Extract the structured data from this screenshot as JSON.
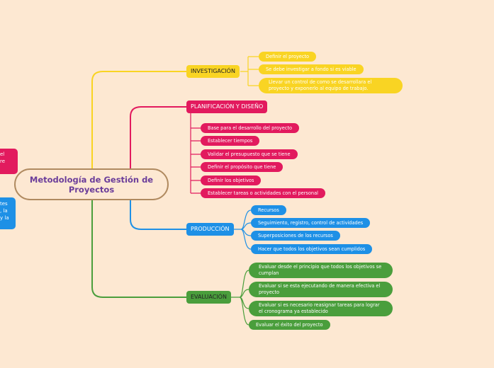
{
  "central_topic": "Metodología de Gestión de Proyectos",
  "colors": {
    "background": "#fde8d2",
    "investigacion": "#f9d423",
    "planificacion": "#e21a5e",
    "produccion": "#1e90e6",
    "evaluacion": "#4a9e3c",
    "central_border": "#b08a60",
    "central_text": "#6b3d9a"
  },
  "left_fragments": {
    "pink": [
      "el",
      "re"
    ],
    "blue": [
      "tes",
      ", la",
      "y la"
    ]
  },
  "branches": [
    {
      "label": "INVESTIGACIÓN",
      "children": [
        "Definir el proyecto",
        "Se debe investigar a fondo si es viable",
        "Llevar un control de como se desarrollara el proyecto y exponerlo al equipo de trabajo."
      ]
    },
    {
      "label": "PLANIFICACIÓN Y DISEÑO",
      "children": [
        "Base para el desarrollo del proyecto",
        "Establecer tiempos",
        "Validar el presupuesto que se tiene",
        "Definir el propósito que tiene",
        "Definir los objetivos",
        "Establecer tareas o actividades con el personal"
      ]
    },
    {
      "label": "PRODUCCIÓN",
      "children": [
        "Recursos",
        "Seguimiento, registro, control de actividades",
        "Superposiciones de los recursos",
        "Hacer que todos los objetivos sean cumplidos"
      ]
    },
    {
      "label": "EVALUACIÓN",
      "children": [
        "Evaluar desde el principio que todos los objetivos se cumplan",
        "Evaluar si se esta ejecutando de manera efectiva el proyecto",
        "Evaluar si es necesario reasignar tareas para lograr el cronograma ya establecido",
        "Evaluar el éxito del proyecto"
      ]
    }
  ]
}
